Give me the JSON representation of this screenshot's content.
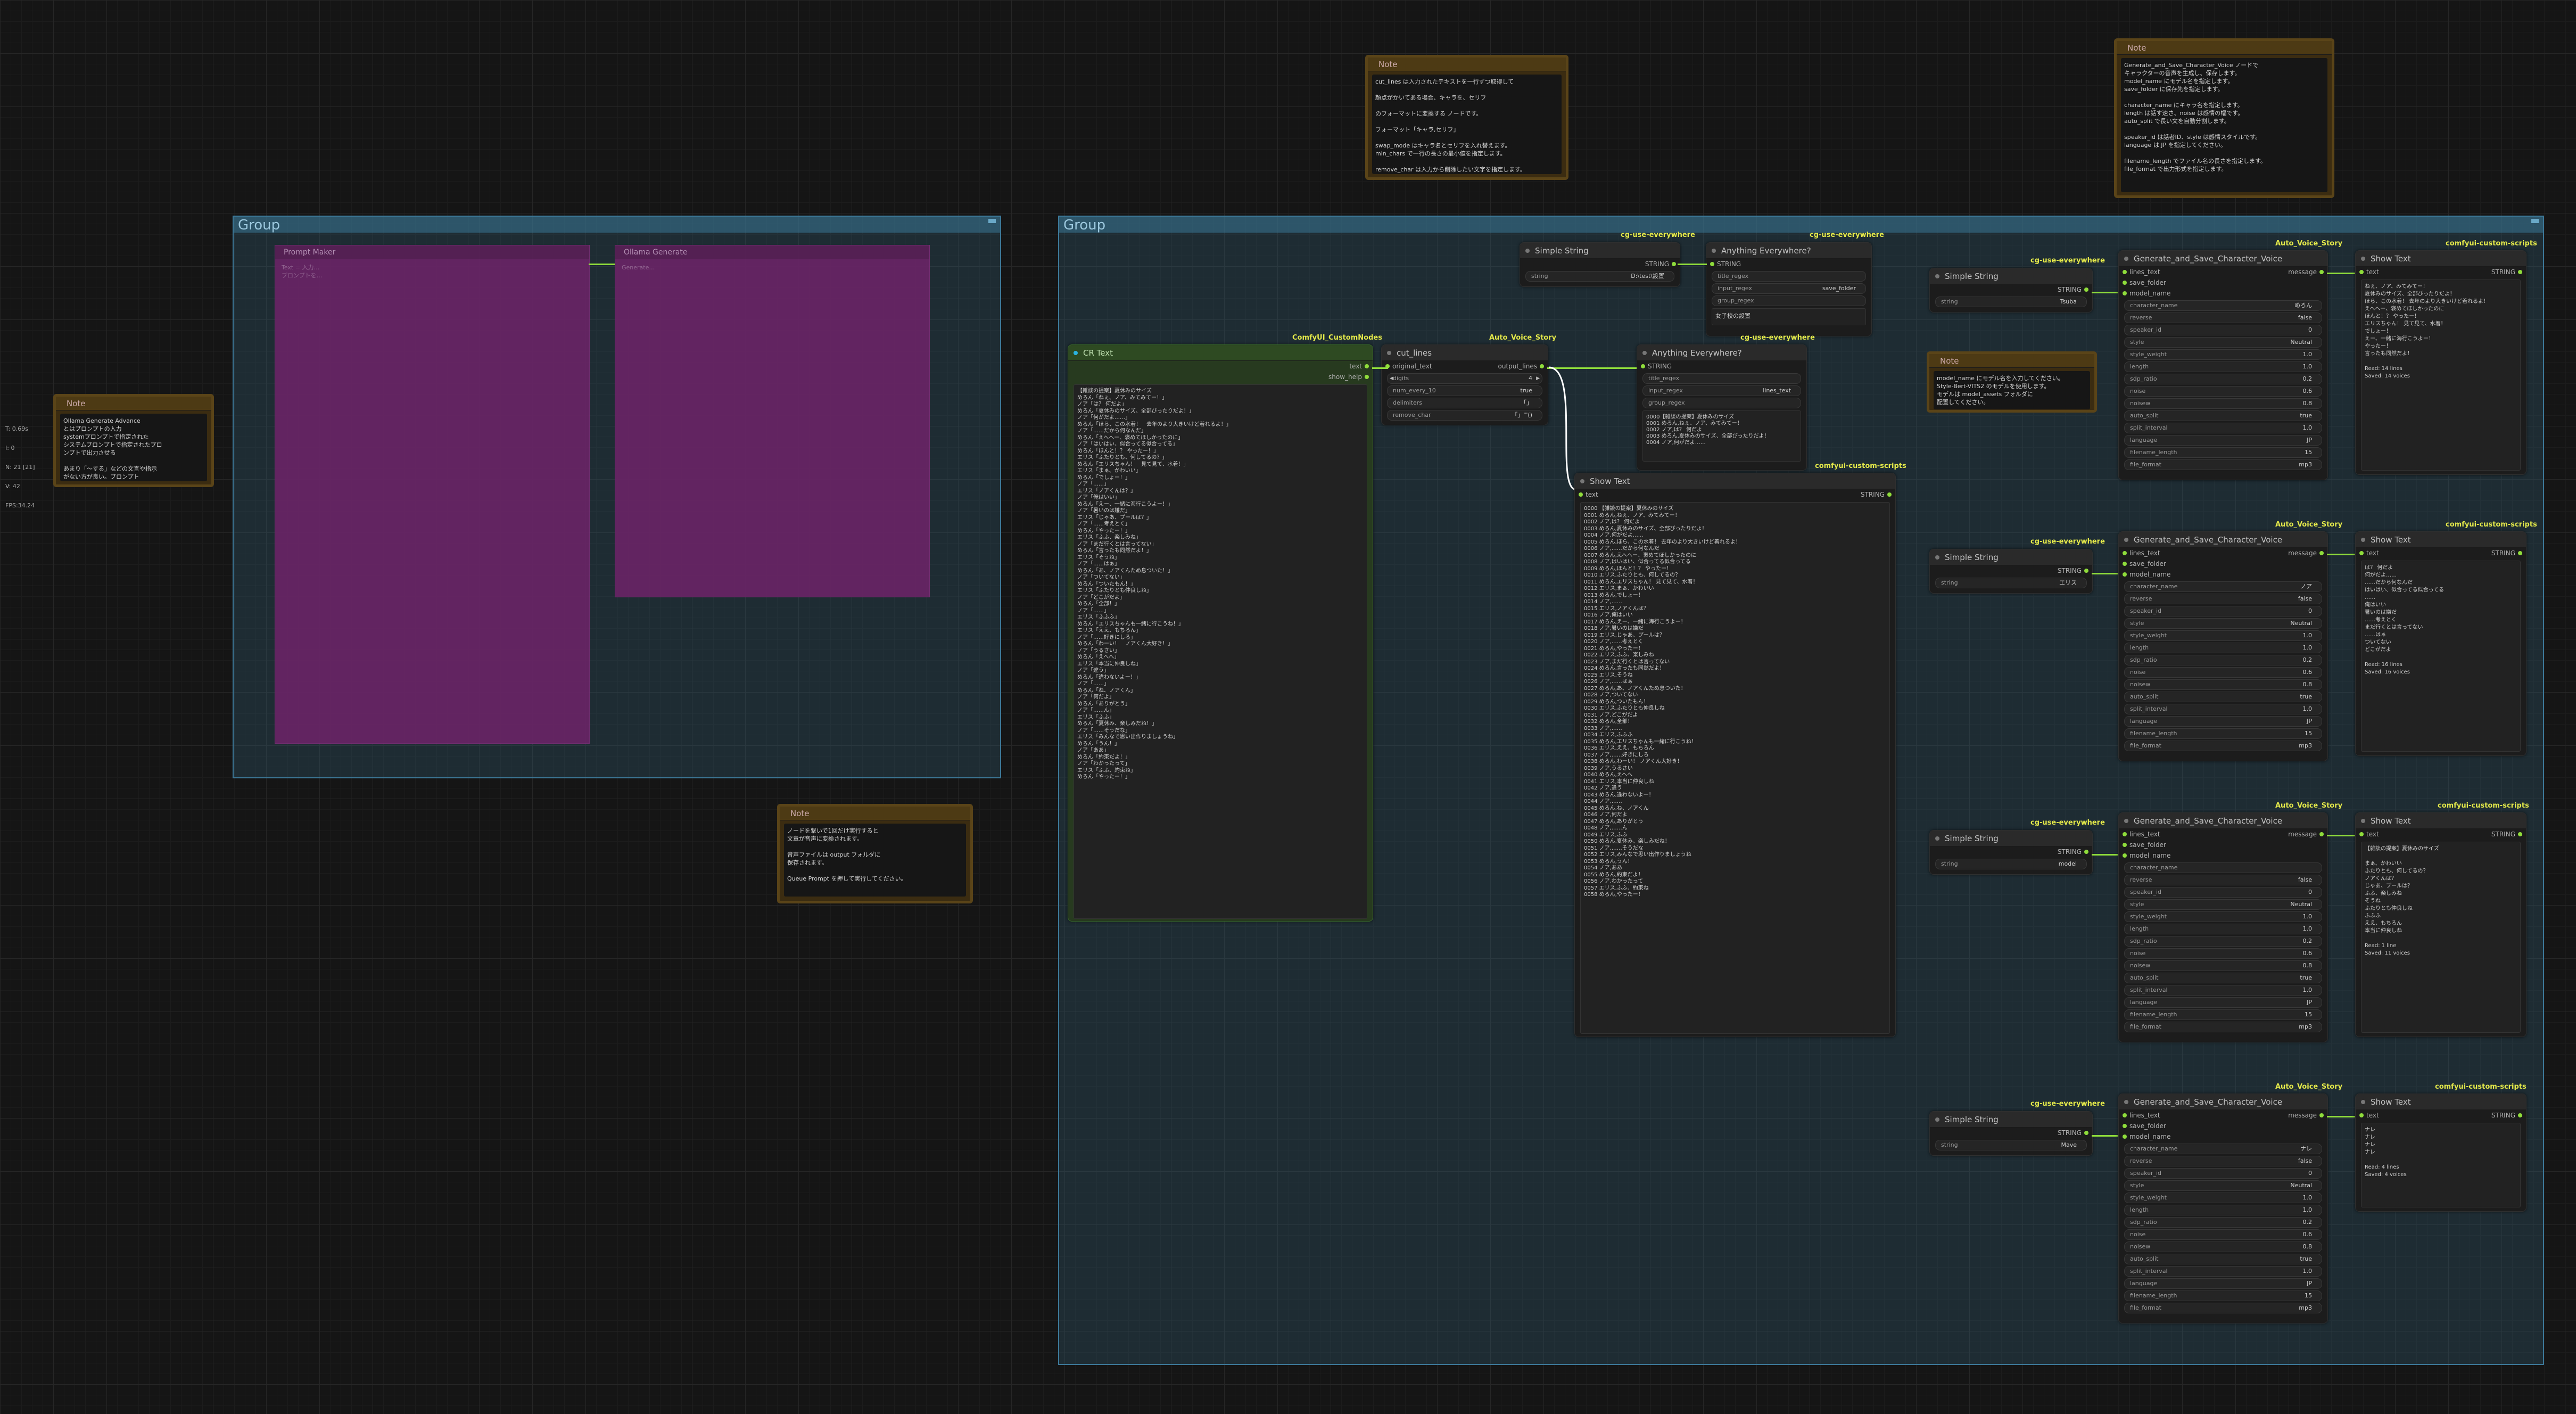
{
  "canvas_info": [
    "T: 0.69s",
    "I: 0",
    "N: 21 [21]",
    "V: 42",
    "FPS:34.24"
  ],
  "groups": [
    {
      "title": "Group"
    },
    {
      "title": "Group"
    }
  ],
  "colors": {
    "link": "#8fdc3b",
    "badge": "#e4e94a",
    "group": "#34627a",
    "note": "#3b2c11"
  },
  "purple_nodes": [
    {
      "title": "Prompt Maker",
      "text": "Text = 入力…\nプロンプトを…"
    },
    {
      "title": "Ollama Generate",
      "text": "Generate…"
    }
  ],
  "notes": {
    "left": {
      "title": "Note",
      "text": "Ollama Generate Advance\nとはプロンプトの入力\nsystemプロンプトで指定された\nシステムプロンプトで指定されたプロ\nンプトで出力させる\n\nあまり「～する」などの文言や指示\nがない方が良い。プロンプト\nを一括で書いてください"
    },
    "top_center": {
      "title": "Note",
      "text": "cut_lines は入力されたテキストを一行ずつ取得して\n\n顔点がかいてある場合、キャラを、セリフ\n\nのフォーマットに変換する ノードです。\n\nフォーマット「キャラ,セリフ」\n\nswap_mode はキャラ名とセリフを入れ替えます。\nmin_chars で一行の長さの最小値を指定します。\n\nremove_char は入力から削除したい文字を指定します。"
    },
    "top_right": {
      "title": "Note",
      "text": "Generate_and_Save_Character_Voice ノードで\nキャラクターの音声を生成し、保存します。\nmodel_name にモデル名を指定します。\nsave_folder に保存先を指定します。\n\ncharacter_name にキャラ名を指定します。\nlength は話す速さ、noise は感情の幅です。\nauto_split で長い文を自動分割します。\n\nspeaker_id は話者ID、style は感情スタイルです。\nlanguage は JP を指定してください。\n\nfilename_length でファイル名の長さを指定します。\nfile_format で出力形式を指定します。"
    },
    "bottom_center": {
      "title": "Note",
      "text": "ノードを繋いで1回だけ実行すると\n文章が音声に変換されます。\n\n音声ファイルは output フォルダに\n保存されます。\n\nQueue Prompt を押して実行してください。"
    },
    "mid_right": {
      "title": "Note",
      "text": "model_name にモデル名を入力してください。\nStyle-Bert-VITS2 のモデルを使用します。\nモデルは model_assets フォルダに\n配置してください。"
    }
  },
  "anything_top": {
    "title": "Anything Everywhere?",
    "badge": "cg-use-everywhere",
    "out_label": "STRING",
    "widgets": [
      {
        "label": "title_regex",
        "value": ""
      },
      {
        "label": "input_regex",
        "value": "save_folder"
      },
      {
        "label": "group_regex",
        "value": ""
      }
    ],
    "preview": "女子校の設置"
  },
  "simple_string_top": {
    "title": "Simple String",
    "badge": "cg-use-everywhere",
    "out_label": "STRING",
    "widget_label": "string",
    "widget_value": "D:\\test\\設置"
  },
  "cr_text": {
    "title": "CR Text",
    "badge": "ComfyUI_CustomNodes",
    "out_text": "text",
    "out_help": "show_help",
    "content": "【雑談の提案】夏休みのサイズ\nめろん「ねぇ、ノア、みてみてー！」\nノア「は？ 何だよ」\nめろん「夏休みのサイズ、全部ぴったりだよ！」\nノア「何がだよ……」\nめろん「ほら、この水着！　去年のより大きいけど着れるよ！」\nノア「……だから何なんだ」\nめろん「えへへー、褒めてほしかったのに」\nノア「はいはい、似合ってる似合ってる」\nめろん「ほんと！？ やったー！」\nエリス「ふたりとも、何してるの？」\nめろん「エリスちゃん！　見て見て、水着！」\nエリス「まぁ、かわいい」\nめろん「でしょー！」\nノア「……」\nエリス「ノアくんは？」\nノア「俺はいい」\nめろん「えー、一緒に海行こうよー！」\nノア「暑いのは嫌だ」\nエリス「じゃあ、プールは？」\nノア「……考えとく」\nめろん「やったー！」\nエリス「ふふ、楽しみね」\nノア「まだ行くとは言ってない」\nめろん「言ったも同然だよ！」\nエリス「そうね」\nノア「……はぁ」\nめろん「あ、ノアくんため息ついた！」\nノア「ついてない」\nめろん「ついたもん！」\nエリス「ふたりとも仲良しね」\nノア「どこがだよ」\nめろん「全部！」\nノア「……」\nエリス「ふふふ」\nめろん「エリスちゃんも一緒に行こうね！」\nエリス「ええ、もちろん」\nノア「……好きにしろ」\nめろん「わーい！　ノアくん大好き！」\nノア「うるさい」\nめろん「えへへ」\nエリス「本当に仲良しね」\nノア「違う」\nめろん「違わないよー！」\nノア「……」\nめろん「ね、ノアくん」\nノア「何だよ」\nめろん「ありがとう」\nノア「……ん」\nエリス「ふふ」\nめろん「夏休み、楽しみだね！」\nノア「……そうだな」\nエリス「みんなで思い出作りましょうね」\nめろん「うん！」\nノア「ああ」\nめろん「約束だよ！」\nノア「わかったって」\nエリス「ふふ、約束ね」\nめろん「やったー！」"
  },
  "cut_lines": {
    "title": "cut_lines",
    "badge": "Auto_Voice_Story",
    "in_label": "original_text",
    "out_label": "output_lines",
    "widgets": [
      {
        "label": "digits",
        "value": "4"
      },
      {
        "label": "num_every_10",
        "value": "true"
      },
      {
        "label": "delimiters",
        "value": "「」"
      },
      {
        "label": "remove_char",
        "value": "「」\"'()"
      }
    ]
  },
  "anything_mid": {
    "title": "Anything Everywhere?",
    "badge": "cg-use-everywhere",
    "out_label": "STRING",
    "widgets": [
      {
        "label": "title_regex",
        "value": ""
      },
      {
        "label": "input_regex",
        "value": "lines_text"
      },
      {
        "label": "group_regex",
        "value": ""
      }
    ],
    "preview": "0000【雑談の提案】夏休みのサイズ\n0001 めろん,ねぇ、ノア、みてみてー！\n0002 ノア,は？ 何だよ\n0003 めろん,夏休みのサイズ、全部ぴったりだよ！\n0004 ノア,何がだよ……"
  },
  "show_text_main": {
    "title": "Show Text",
    "badge": "comfyui-custom-scripts",
    "in_label": "text",
    "out_label": "STRING",
    "content": "0000 【雑談の提案】夏休みのサイズ\n0001 めろん,ねぇ、ノア、みてみてー！\n0002 ノア,は？ 何だよ\n0003 めろん,夏休みのサイズ、全部ぴったりだよ！\n0004 ノア,何がだよ……\n0005 めろん,ほら、この水着！ 去年のより大きいけど着れるよ！\n0006 ノア,……だから何なんだ\n0007 めろん,えへへー、褒めてほしかったのに\n0008 ノア,はいはい、似合ってる似合ってる\n0009 めろん,ほんと！？ やったー！\n0010 エリス,ふたりとも、何してるの？\n0011 めろん,エリスちゃん！ 見て見て、水着！\n0012 エリス,まぁ、かわいい\n0013 めろん,でしょー！\n0014 ノア,……\n0015 エリス,ノアくんは？\n0016 ノア,俺はいい\n0017 めろん,えー、一緒に海行こうよー！\n0018 ノア,暑いのは嫌だ\n0019 エリス,じゃあ、プールは？\n0020 ノア,……考えとく\n0021 めろん,やったー！\n0022 エリス,ふふ、楽しみね\n0023 ノア,まだ行くとは言ってない\n0024 めろん,言ったも同然だよ！\n0025 エリス,そうね\n0026 ノア,……はぁ\n0027 めろん,あ、ノアくんため息ついた！\n0028 ノア,ついてない\n0029 めろん,ついたもん！\n0030 エリス,ふたりとも仲良しね\n0031 ノア,どこがだよ\n0032 めろん,全部！\n0033 ノア,……\n0034 エリス,ふふふ\n0035 めろん,エリスちゃんも一緒に行こうね！\n0036 エリス,ええ、もちろん\n0037 ノア,……好きにしろ\n0038 めろん,わーい！ ノアくん大好き！\n0039 ノア,うるさい\n0040 めろん,えへへ\n0041 エリス,本当に仲良しね\n0042 ノア,違う\n0043 めろん,違わないよー！\n0044 ノア,……\n0045 めろん,ね、ノアくん\n0046 ノア,何だよ\n0047 めろん,ありがとう\n0048 ノア,……ん\n0049 エリス,ふふ\n0050 めろん,夏休み、楽しみだね！\n0051 ノア,……そうだな\n0052 エリス,みんなで思い出作りましょうね\n0053 めろん,うん！\n0054 ノア,ああ\n0055 めろん,約束だよ！\n0056 ノア,わかったって\n0057 エリス,ふふ、約束ね\n0058 めろん,やったー！"
  },
  "rows": [
    {
      "simple": {
        "title": "Simple String",
        "badge": "cg-use-everywhere",
        "out_label": "STRING",
        "widget_label": "string",
        "widget_value": "Tsuba"
      },
      "gen": {
        "title": "Generate_and_Save_Character_Voice",
        "badge": "Auto_Voice_Story",
        "inputs": [
          "lines_text",
          "save_folder",
          "model_name"
        ],
        "out_label": "message",
        "widgets": [
          {
            "label": "character_name",
            "value": "めろん"
          },
          {
            "label": "reverse",
            "value": "false"
          },
          {
            "label": "speaker_id",
            "value": "0"
          },
          {
            "label": "style",
            "value": "Neutral"
          },
          {
            "label": "style_weight",
            "value": "1.0"
          },
          {
            "label": "length",
            "value": "1.0"
          },
          {
            "label": "sdp_ratio",
            "value": "0.2"
          },
          {
            "label": "noise",
            "value": "0.6"
          },
          {
            "label": "noisew",
            "value": "0.8"
          },
          {
            "label": "auto_split",
            "value": "true"
          },
          {
            "label": "split_interval",
            "value": "1.0"
          },
          {
            "label": "language",
            "value": "JP"
          },
          {
            "label": "filename_length",
            "value": "15"
          },
          {
            "label": "file_format",
            "value": "mp3"
          }
        ]
      },
      "show": {
        "title": "Show Text",
        "badge": "comfyui-custom-scripts",
        "in_label": "text",
        "out_label": "STRING",
        "content": "ねぇ、ノア、みてみてー！\n夏休みのサイズ、全部ぴったりだよ！\nほら、この水着！ 去年のより大きいけど着れるよ！\nえへへー、褒めてほしかったのに\nほんと！？ やったー！\nエリスちゃん！ 見て見て、水着！\nでしょー！\nえー、一緒に海行こうよー！\nやったー！\n言ったも同然だよ！\n\nRead: 14 lines\nSaved: 14 voices"
      }
    },
    {
      "simple": {
        "title": "Simple String",
        "badge": "cg-use-everywhere",
        "out_label": "STRING",
        "widget_label": "string",
        "widget_value": "エリス"
      },
      "gen": {
        "title": "Generate_and_Save_Character_Voice",
        "badge": "Auto_Voice_Story",
        "inputs": [
          "lines_text",
          "save_folder",
          "model_name"
        ],
        "out_label": "message",
        "widgets": [
          {
            "label": "character_name",
            "value": "ノア"
          },
          {
            "label": "reverse",
            "value": "false"
          },
          {
            "label": "speaker_id",
            "value": "0"
          },
          {
            "label": "style",
            "value": "Neutral"
          },
          {
            "label": "style_weight",
            "value": "1.0"
          },
          {
            "label": "length",
            "value": "1.0"
          },
          {
            "label": "sdp_ratio",
            "value": "0.2"
          },
          {
            "label": "noise",
            "value": "0.6"
          },
          {
            "label": "noisew",
            "value": "0.8"
          },
          {
            "label": "auto_split",
            "value": "true"
          },
          {
            "label": "split_interval",
            "value": "1.0"
          },
          {
            "label": "language",
            "value": "JP"
          },
          {
            "label": "filename_length",
            "value": "15"
          },
          {
            "label": "file_format",
            "value": "mp3"
          }
        ]
      },
      "show": {
        "title": "Show Text",
        "badge": "comfyui-custom-scripts",
        "in_label": "text",
        "out_label": "STRING",
        "content": "は？ 何だよ\n何がだよ……\n……だから何なんだ\nはいはい、似合ってる似合ってる\n……\n俺はいい\n暑いのは嫌だ\n……考えとく\nまだ行くとは言ってない\n……はぁ\nついてない\nどこがだよ\n\nRead: 16 lines\nSaved: 16 voices"
      }
    },
    {
      "simple": {
        "title": "Simple String",
        "badge": "cg-use-everywhere",
        "out_label": "STRING",
        "widget_label": "string",
        "widget_value": "model"
      },
      "gen": {
        "title": "Generate_and_Save_Character_Voice",
        "badge": "Auto_Voice_Story",
        "inputs": [
          "lines_text",
          "save_folder",
          "model_name"
        ],
        "out_label": "message",
        "widgets": [
          {
            "label": "character_name",
            "value": ""
          },
          {
            "label": "reverse",
            "value": "false"
          },
          {
            "label": "speaker_id",
            "value": "0"
          },
          {
            "label": "style",
            "value": "Neutral"
          },
          {
            "label": "style_weight",
            "value": "1.0"
          },
          {
            "label": "length",
            "value": "1.0"
          },
          {
            "label": "sdp_ratio",
            "value": "0.2"
          },
          {
            "label": "noise",
            "value": "0.6"
          },
          {
            "label": "noisew",
            "value": "0.8"
          },
          {
            "label": "auto_split",
            "value": "true"
          },
          {
            "label": "split_interval",
            "value": "1.0"
          },
          {
            "label": "language",
            "value": "JP"
          },
          {
            "label": "filename_length",
            "value": "15"
          },
          {
            "label": "file_format",
            "value": "mp3"
          }
        ]
      },
      "show": {
        "title": "Show Text",
        "badge": "comfyui-custom-scripts",
        "in_label": "text",
        "out_label": "STRING",
        "content": "【雑談の提案】夏休みのサイズ\n\nまぁ、かわいい\nふたりとも、何してるの？\nノアくんは？\nじゃあ、プールは？\nふふ、楽しみね\nそうね\nふたりとも仲良しね\nふふふ\nええ、もちろん\n本当に仲良しね\n\nRead: 1 line\nSaved: 11 voices"
      }
    },
    {
      "simple": {
        "title": "Simple String",
        "badge": "cg-use-everywhere",
        "out_label": "STRING",
        "widget_label": "string",
        "widget_value": "Mave"
      },
      "gen": {
        "title": "Generate_and_Save_Character_Voice",
        "badge": "Auto_Voice_Story",
        "inputs": [
          "lines_text",
          "save_folder",
          "model_name"
        ],
        "out_label": "message",
        "widgets": [
          {
            "label": "character_name",
            "value": "ナレ"
          },
          {
            "label": "reverse",
            "value": "false"
          },
          {
            "label": "speaker_id",
            "value": "0"
          },
          {
            "label": "style",
            "value": "Neutral"
          },
          {
            "label": "style_weight",
            "value": "1.0"
          },
          {
            "label": "length",
            "value": "1.0"
          },
          {
            "label": "sdp_ratio",
            "value": "0.2"
          },
          {
            "label": "noise",
            "value": "0.6"
          },
          {
            "label": "noisew",
            "value": "0.8"
          },
          {
            "label": "auto_split",
            "value": "true"
          },
          {
            "label": "split_interval",
            "value": "1.0"
          },
          {
            "label": "language",
            "value": "JP"
          },
          {
            "label": "filename_length",
            "value": "15"
          },
          {
            "label": "file_format",
            "value": "mp3"
          }
        ]
      },
      "show": {
        "title": "Show Text",
        "badge": "comfyui-custom-scripts",
        "in_label": "text",
        "out_label": "STRING",
        "content": "ナレ\nナレ\nナレ\nナレ\n\nRead: 4 lines\nSaved: 4 voices"
      }
    }
  ]
}
